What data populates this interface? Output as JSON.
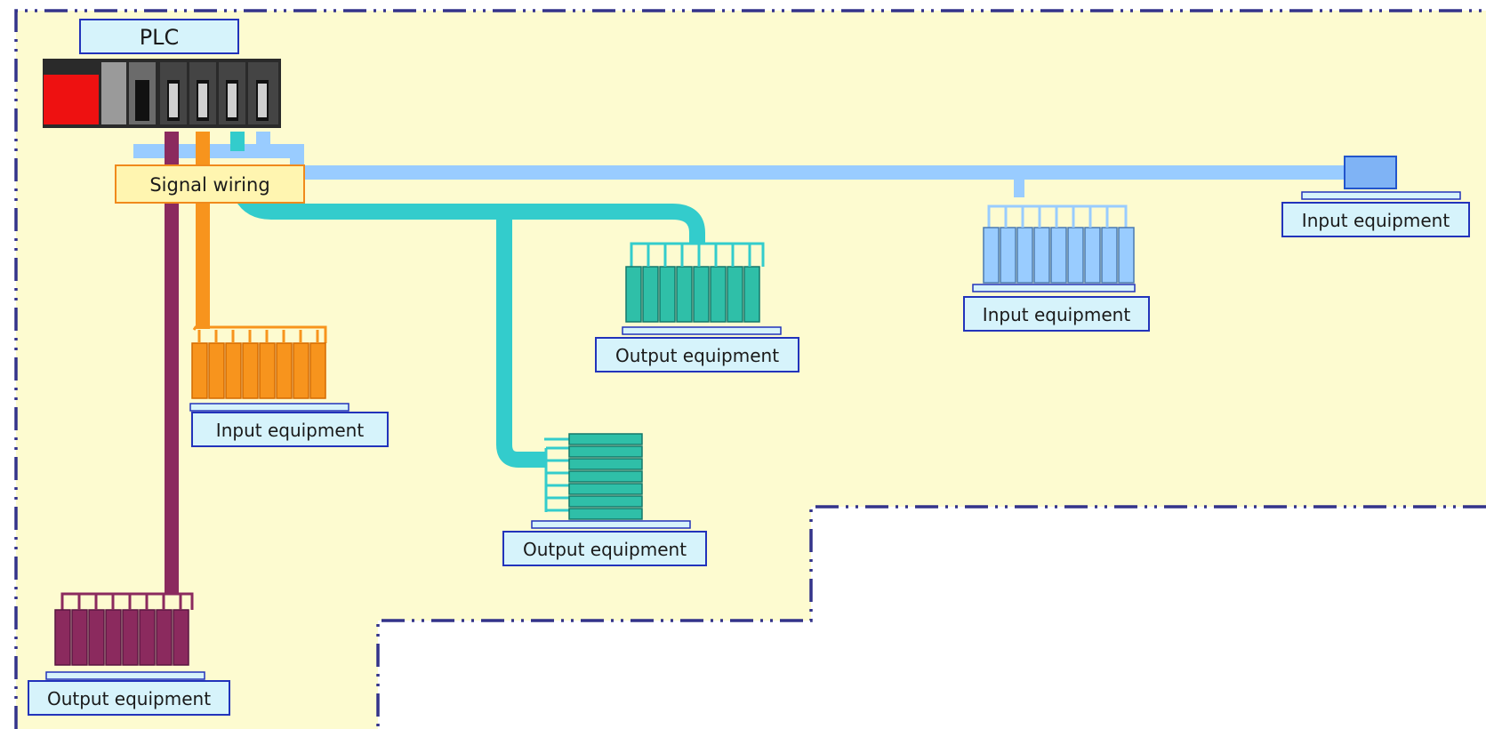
{
  "plc": {
    "label": "PLC"
  },
  "wiring": {
    "label": "Signal wiring"
  },
  "devices": [
    {
      "id": "input-1",
      "label": "Input equipment"
    },
    {
      "id": "output-1",
      "label": "Output equipment"
    },
    {
      "id": "output-2",
      "label": "Output equipment"
    },
    {
      "id": "input-2",
      "label": "Input equipment"
    },
    {
      "id": "input-3",
      "label": "Input equipment"
    },
    {
      "id": "output-3",
      "label": "Output equipment"
    }
  ],
  "colors": {
    "area_fill": "#fdfbd0",
    "boundary": "#33338a",
    "label_fill": "#d6f3fb",
    "label_border": "#2233bb",
    "wiring_fill": "#fff5b0",
    "wiring_border": "#f08a1c",
    "wire_purple": "#8b2a5e",
    "wire_orange": "#f7941d",
    "wire_teal": "#33cccc",
    "wire_lightblue": "#99ccff",
    "plc_red": "#ee1111",
    "plc_body": "#2a2a2a"
  }
}
